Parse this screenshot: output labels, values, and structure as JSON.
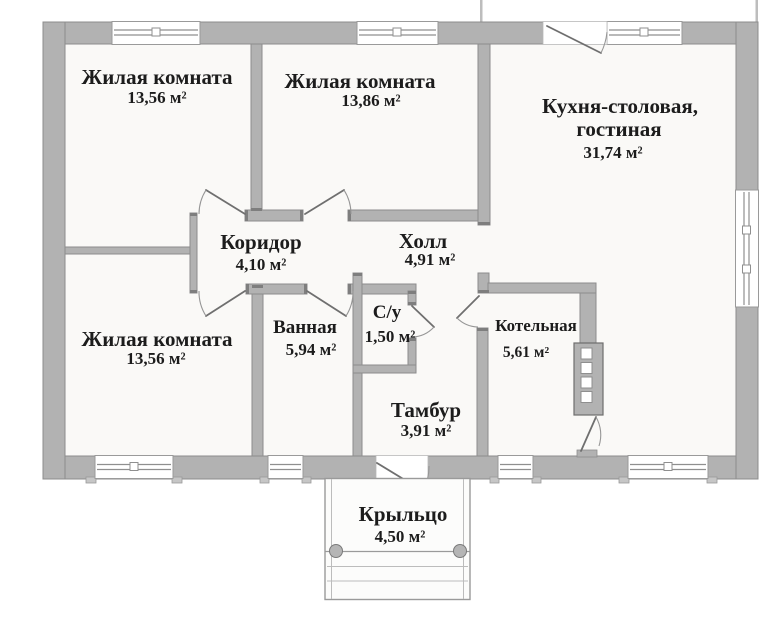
{
  "colors": {
    "wall": "#b2b2b2",
    "wall_edge": "#8c8c8c",
    "floor": "#faf9f7",
    "text": "#1c1c1c"
  },
  "rooms": {
    "living_top_left": {
      "name": "Жилая комната",
      "area": "13,56 м²"
    },
    "living_top_mid": {
      "name": "Жилая комната",
      "area": "13,86 м²"
    },
    "kitchen": {
      "name_line1": "Кухня-столовая,",
      "name_line2": "гостиная",
      "area": "31,74 м²"
    },
    "corridor": {
      "name": "Коридор",
      "area": "4,10 м²"
    },
    "hall": {
      "name": "Холл",
      "area": "4,91 м²"
    },
    "living_bottom_left": {
      "name": "Жилая комната",
      "area": "13,56 м²"
    },
    "bathroom": {
      "name": "Ванная",
      "area": "5,94 м²"
    },
    "wc": {
      "name": "С/у",
      "area": "1,50 м²"
    },
    "boiler_room": {
      "name": "Котельная",
      "area": "5,61 м²"
    },
    "vestibule": {
      "name": "Тамбур",
      "area": "3,91 м²"
    },
    "porch": {
      "name": "Крыльцо",
      "area": "4,50 м²"
    }
  }
}
